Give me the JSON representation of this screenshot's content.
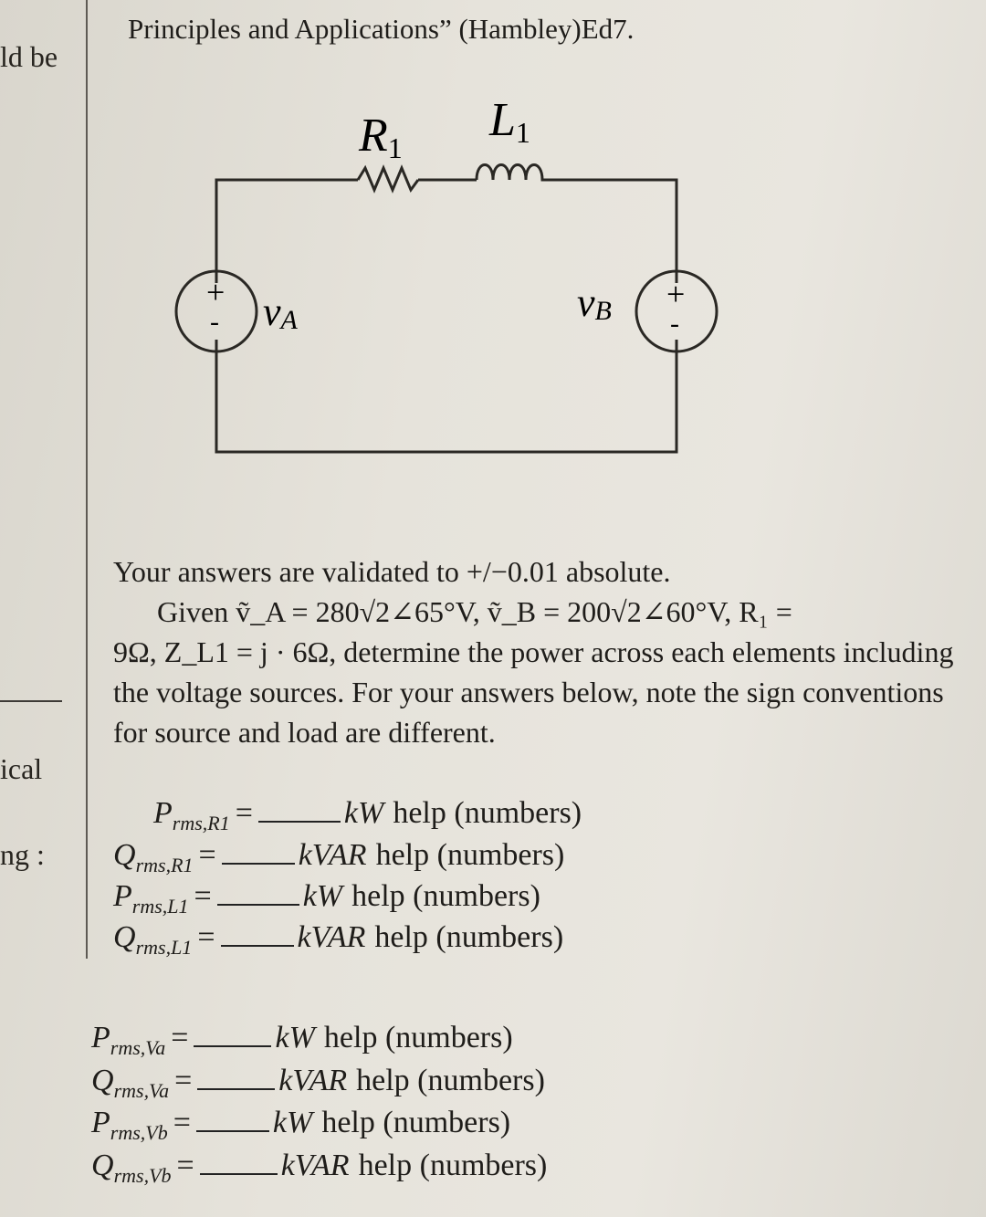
{
  "page": {
    "header_text": "Principles and Applications” (Hambley)Ed7.",
    "margin_fragments": [
      "ld be",
      "ical",
      "ng :"
    ]
  },
  "circuit": {
    "r1_label": "R",
    "r1_sub": "1",
    "l1_label": "L",
    "l1_sub": "1",
    "va_label": "v",
    "va_sub": "A",
    "vb_label": "v",
    "vb_sub": "B",
    "plus_glyph": "+",
    "minus_glyph": "-"
  },
  "problem": {
    "validation": "Your answers are validated to +/−0.01 absolute.",
    "given_line": "Given   ṽ_A  =  280√2∠65°V, ṽ_B  =  200√2∠60°V, R₁  =",
    "body": "9Ω, Z_L1 = j · 6Ω, determine the power across each elements including the voltage sources. For your answers below, note the sign conventions for source and load are different."
  },
  "answers": [
    {
      "sym": "P",
      "sub": "rms,R1",
      "unit": "kW",
      "help": "help (numbers)"
    },
    {
      "sym": "Q",
      "sub": "rms,R1",
      "unit": "kVAR",
      "help": "help (numbers)"
    },
    {
      "sym": "P",
      "sub": "rms,L1",
      "unit": "kW",
      "help": "help (numbers)"
    },
    {
      "sym": "Q",
      "sub": "rms,L1",
      "unit": "kVAR",
      "help": "help (numbers)"
    },
    {
      "sym": "P",
      "sub": "rms,Va",
      "unit": "kW",
      "help": "help (numbers)"
    },
    {
      "sym": "Q",
      "sub": "rms,Va",
      "unit": "kVAR",
      "help": "help (numbers)"
    },
    {
      "sym": "P",
      "sub": "rms,Vb",
      "unit": "kW",
      "help": "help (numbers)"
    },
    {
      "sym": "Q",
      "sub": "rms,Vb",
      "unit": "kVAR",
      "help": "help (numbers)"
    }
  ],
  "equals_sign": "="
}
